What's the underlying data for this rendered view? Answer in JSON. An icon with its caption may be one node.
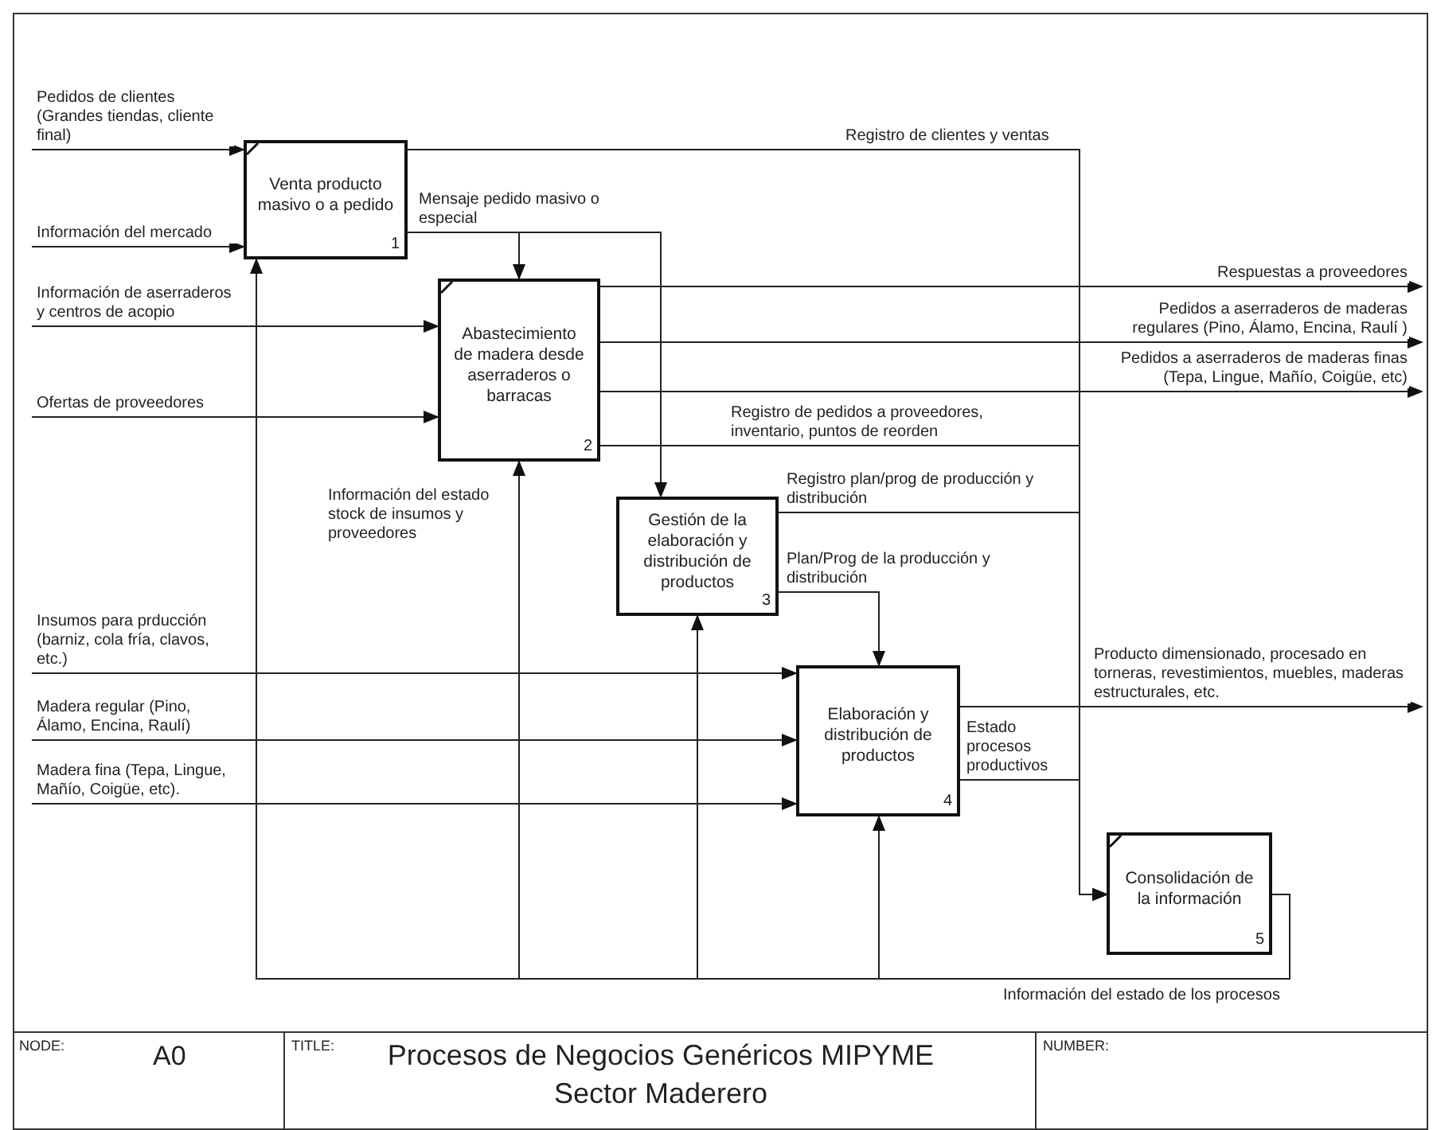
{
  "diagram": {
    "title": "Procesos de Negocios Genéricos MIPYME Sector Maderero",
    "nodes": [
      {
        "text": [
          "Venta producto masivo o a pedido",
          "1"
        ]
      },
      {
        "text": [
          "Abastecimiento de madera desde aserraderos o barracas",
          "2"
        ]
      },
      {
        "text": [
          "Gestión de la elaboración y distribución de productos",
          "3"
        ]
      },
      {
        "text": [
          "Elaboración y distribución de productos",
          "4"
        ]
      },
      {
        "text": [
          "Consolidación de la información",
          "5"
        ]
      }
    ],
    "edges": [
      {
        "from": null,
        "to": 0,
        "arrow": "to",
        "label": "Pedidos de clientes (Grandes tiendas, cliente final)"
      },
      {
        "from": null,
        "to": 0,
        "arrow": "to",
        "label": "Información del mercado"
      },
      {
        "from": null,
        "to": 1,
        "arrow": "to",
        "label": "Información de aserraderos y centros de acopio"
      },
      {
        "from": null,
        "to": 1,
        "arrow": "to",
        "label": "Ofertas de proveedores"
      },
      {
        "from": null,
        "to": 3,
        "arrow": "to",
        "label": "Insumos para prducción (barniz, cola fría, clavos, etc.)"
      },
      {
        "from": null,
        "to": 3,
        "arrow": "to",
        "label": "Madera regular (Pino, Álamo, Encina, Raulí)"
      },
      {
        "from": null,
        "to": 3,
        "arrow": "to",
        "label": "Madera fina (Tepa, Lingue, Mañío, Coigüe, etc)."
      },
      {
        "from": 0,
        "to": 4,
        "arrow": "to",
        "label": "Registro de clientes y ventas"
      },
      {
        "from": 0,
        "to": 1,
        "arrow": "to",
        "label": "Mensaje pedido masivo o especial"
      },
      {
        "from": 0,
        "to": 2,
        "arrow": "to"
      },
      {
        "from": 1,
        "to": null,
        "arrow": "to",
        "label": "Respuestas a proveedores"
      },
      {
        "from": 1,
        "to": null,
        "arrow": "to",
        "label": "Pedidos a aserraderos de maderas regulares (Pino, Álamo, Encina, Raulí )"
      },
      {
        "from": 1,
        "to": null,
        "arrow": "to",
        "label": "Pedidos a aserraderos de maderas finas (Tepa, Lingue, Mañío, Coigüe, etc)"
      },
      {
        "from": 1,
        "to": 4,
        "arrow": "to",
        "label": "Registro de pedidos a proveedores, inventario, puntos de reorden"
      },
      {
        "from": 2,
        "to": 4,
        "arrow": "to",
        "label": "Registro plan/prog de producción y distribución"
      },
      {
        "from": 2,
        "to": 3,
        "arrow": "to",
        "label": "Plan/Prog de la producción y distribución"
      },
      {
        "from": 3,
        "to": null,
        "arrow": "to",
        "label": "Producto dimensionado, procesado en torneras, revestimientos, muebles, maderas estructurales, etc."
      },
      {
        "from": 3,
        "to": 4,
        "arrow": "to",
        "label": "Estado procesos productivos"
      },
      {
        "from": 4,
        "to": 0,
        "arrow": "to",
        "label": "Información del estado de los procesos"
      },
      {
        "from": 4,
        "to": 1,
        "arrow": "to",
        "label": "Información del estado stock de insumos y proveedores"
      },
      {
        "from": 4,
        "to": 2,
        "arrow": "to"
      },
      {
        "from": 4,
        "to": 3,
        "arrow": "to"
      }
    ],
    "labels": [
      "NODE:",
      "A0",
      "TITLE:",
      "NUMBER:"
    ]
  }
}
